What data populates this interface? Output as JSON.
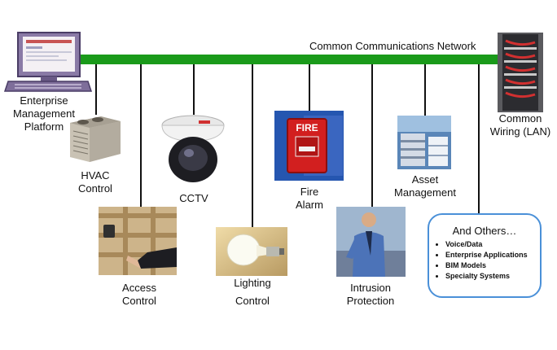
{
  "network": {
    "label": "Common Communications Network"
  },
  "nodes": {
    "enterprise": {
      "lines": [
        "Enterprise",
        "Management",
        "Platform"
      ]
    },
    "hvac": {
      "lines": [
        "HVAC",
        "Control"
      ]
    },
    "access": {
      "lines": [
        "Access",
        "Control"
      ]
    },
    "cctv": {
      "lines": [
        "CCTV"
      ]
    },
    "lighting": {
      "lines": [
        "Lighting",
        "Control"
      ]
    },
    "fire": {
      "lines": [
        "Fire",
        "Alarm"
      ],
      "sign_text": "FIRE"
    },
    "intrusion": {
      "lines": [
        "Intrusion",
        "Protection"
      ]
    },
    "asset": {
      "lines": [
        "Asset",
        "Management"
      ]
    },
    "wiring": {
      "lines": [
        "Common",
        "Wiring (LAN)"
      ]
    }
  },
  "others": {
    "title": "And Others…",
    "items": [
      "Voice/Data",
      "Enterprise Applications",
      "BIM Models",
      "Specialty Systems"
    ]
  },
  "colors": {
    "bus": "#1a9a1a",
    "others_border": "#4a90d8"
  }
}
